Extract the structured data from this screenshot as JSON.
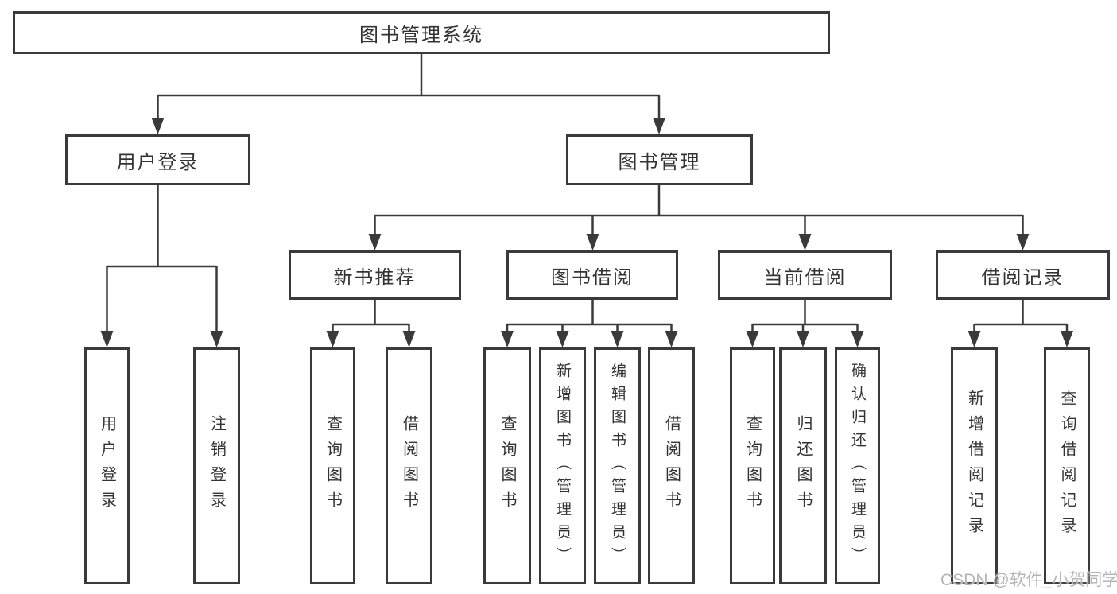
{
  "diagram": {
    "title": "图书管理系统",
    "root": {
      "label": "图书管理系统"
    },
    "user_login": {
      "label": "用户登录",
      "children": [
        {
          "label": "用户登录"
        },
        {
          "label": "注销登录"
        }
      ]
    },
    "book_mgmt": {
      "label": "图书管理",
      "children": [
        {
          "label": "新书推荐",
          "children": [
            {
              "label": "查询图书"
            },
            {
              "label": "借阅图书"
            }
          ]
        },
        {
          "label": "图书借阅",
          "children": [
            {
              "label": "查询图书"
            },
            {
              "label": "新增图书（管理员）"
            },
            {
              "label": "编辑图书（管理员）"
            },
            {
              "label": "借阅图书"
            }
          ]
        },
        {
          "label": "当前借阅",
          "children": [
            {
              "label": "查询图书"
            },
            {
              "label": "归还图书"
            },
            {
              "label": "确认归还（管理员）"
            }
          ]
        },
        {
          "label": "借阅记录",
          "children": [
            {
              "label": "新增借阅记录"
            },
            {
              "label": "查询借阅记录"
            }
          ]
        }
      ]
    }
  },
  "watermark": "CSDN @软件_小贺同学",
  "colors": {
    "line": "#3a3a3a",
    "text": "#333333",
    "background": "#ffffff",
    "watermark": "#b5b5b5"
  }
}
